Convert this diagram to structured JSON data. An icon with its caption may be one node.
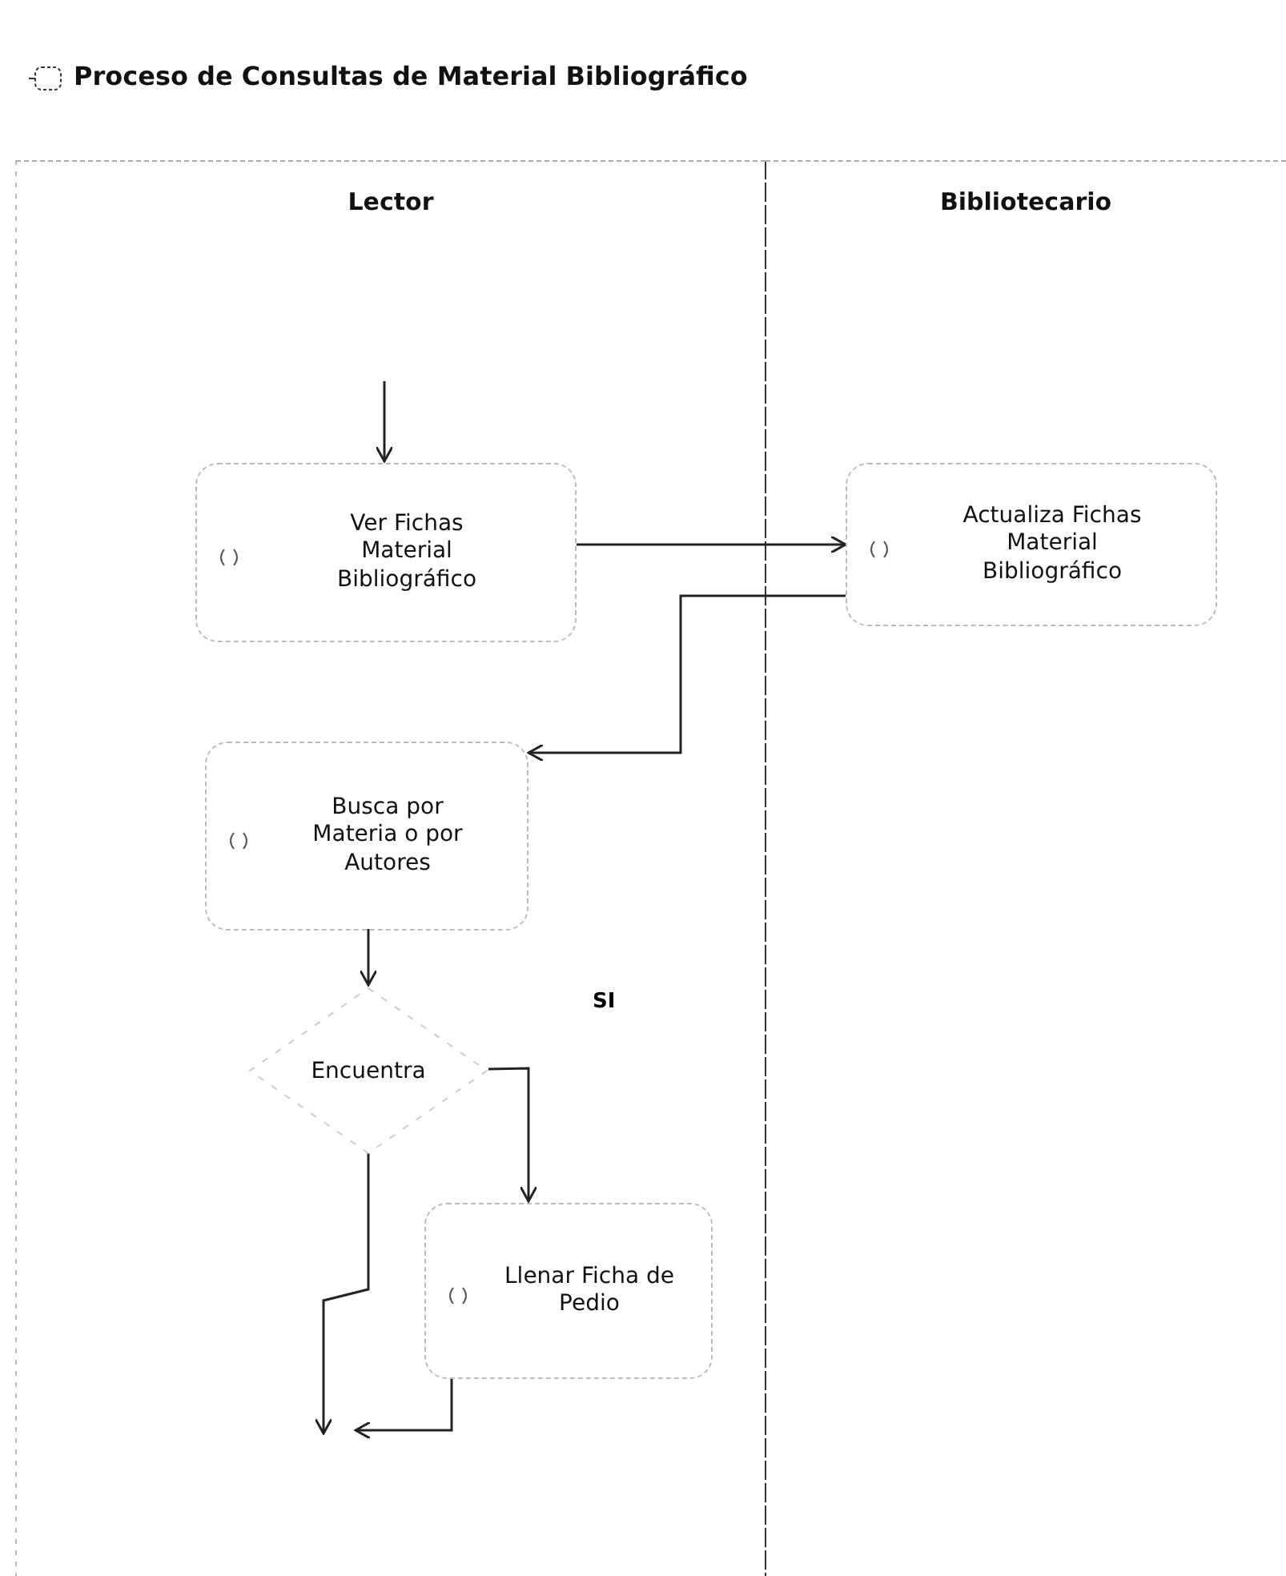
{
  "diagram": {
    "title": "Proceso de Consultas de Material Bibliográfico",
    "nodes": [
      {
        "text": [
          "Lector"
        ]
      },
      {
        "text": [
          "Bibliotecario"
        ]
      },
      {
        "text": [
          "Ver Fichas Material Bibliográfico"
        ],
        "in": 0
      },
      {
        "text": [
          "Actualiza Fichas Material Bibliográfico"
        ],
        "in": 1
      },
      {
        "text": [
          "Busca por Materia o por Autores"
        ],
        "in": 0
      },
      {
        "text": [
          "Encuentra"
        ],
        "in": 0
      },
      {
        "text": [
          "Llenar Ficha de Pedio"
        ],
        "in": 0
      }
    ],
    "edges": [
      {
        "from": null,
        "to": 2,
        "arrow": "to"
      },
      {
        "from": 2,
        "to": 3,
        "arrow": "to"
      },
      {
        "from": 3,
        "to": 4,
        "arrow": "to"
      },
      {
        "from": 4,
        "to": 5,
        "arrow": "to"
      },
      {
        "from": 5,
        "to": 6,
        "arrow": "to",
        "label": "SI"
      },
      {
        "from": 5,
        "to": null,
        "arrow": "to"
      },
      {
        "from": 6,
        "to": null,
        "arrow": "to"
      }
    ]
  }
}
